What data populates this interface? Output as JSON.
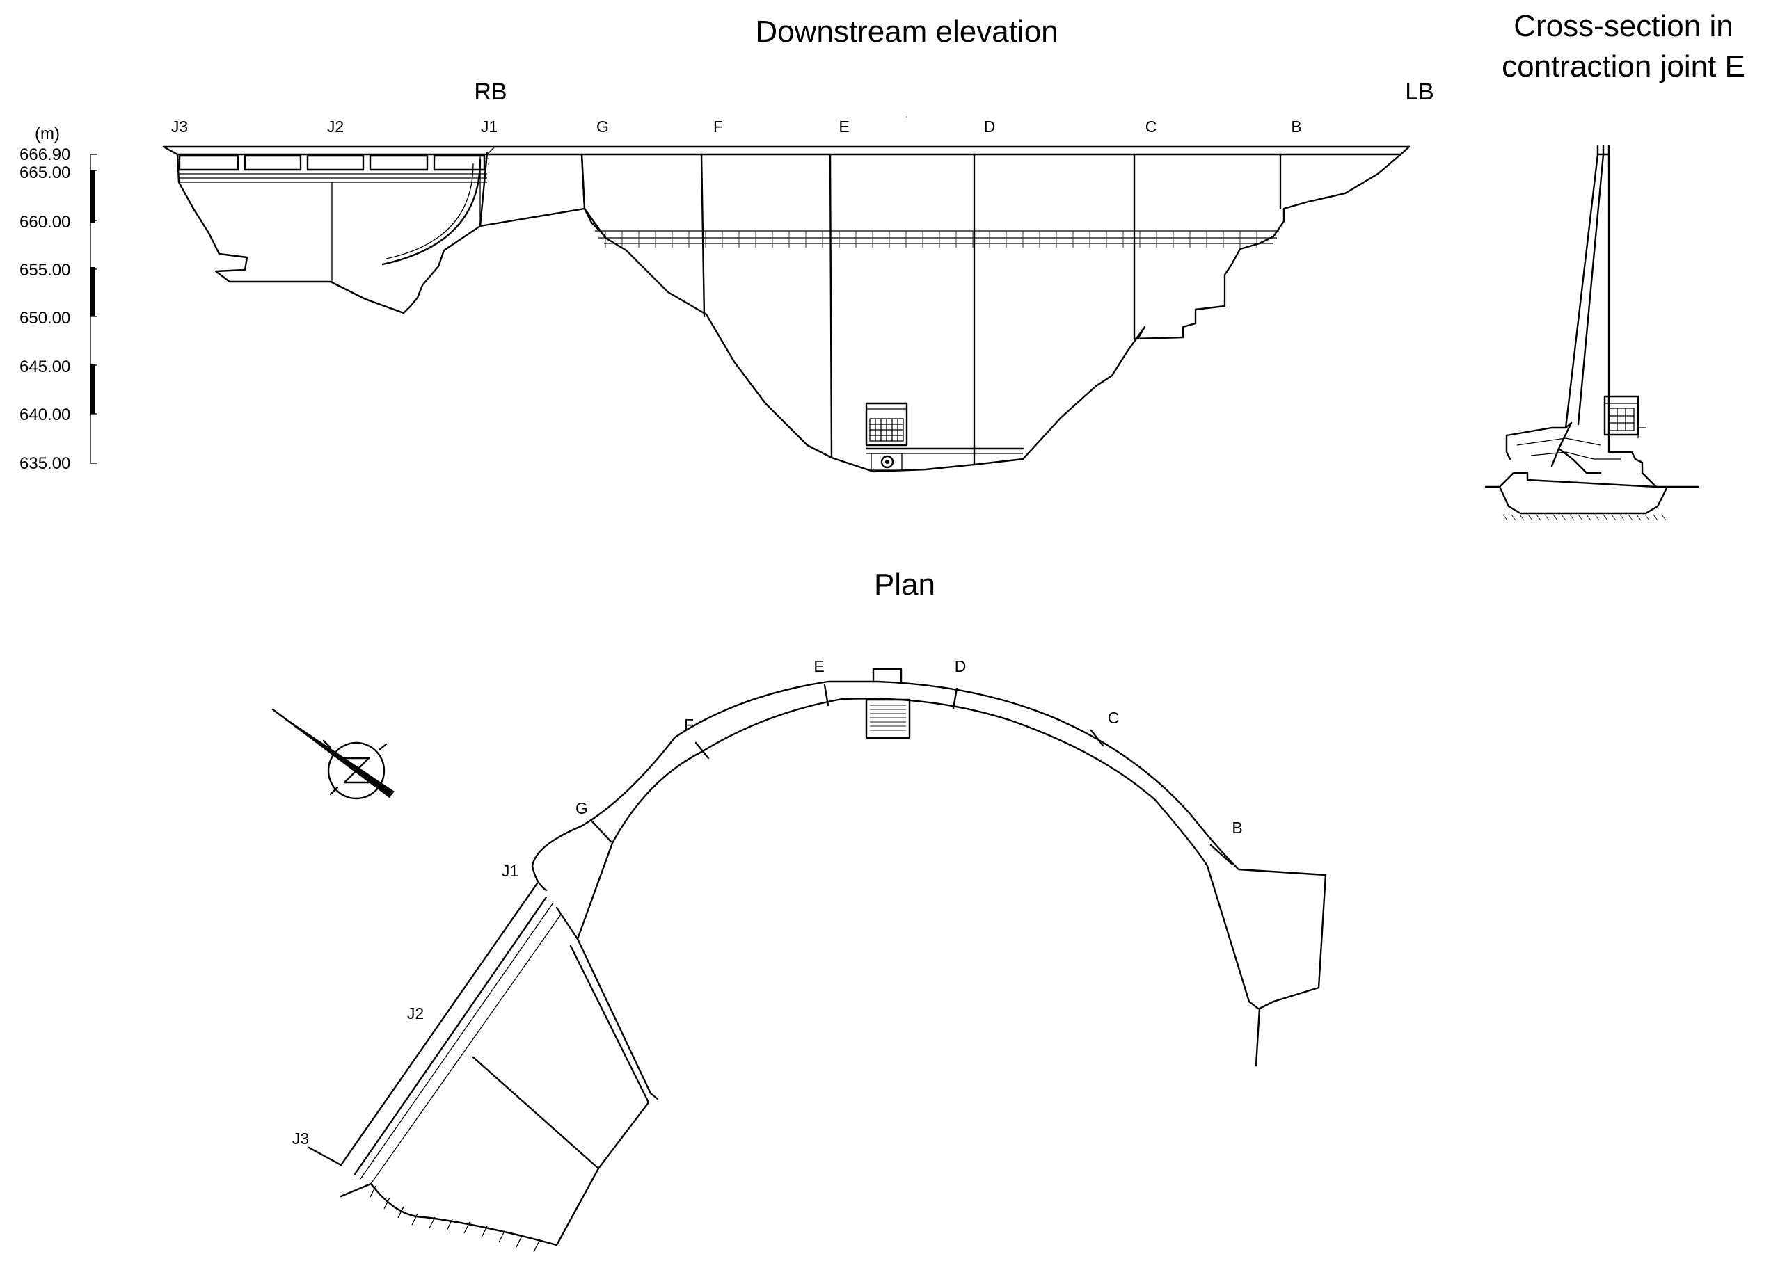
{
  "titles": {
    "elevation": "Downstream elevation",
    "plan": "Plan",
    "section_line1": "Cross-section in",
    "section_line2": "contraction joint E"
  },
  "banks": {
    "right": "RB",
    "left": "LB"
  },
  "elevation_scale": {
    "unit": "(m)",
    "ticks": [
      "666.90",
      "665.00",
      "660.00",
      "655.00",
      "650.00",
      "645.00",
      "640.00",
      "635.00"
    ]
  },
  "elevation_joints": [
    "J3",
    "J2",
    "J1",
    "G",
    "F",
    "E",
    "D",
    "C",
    "B"
  ],
  "plan_joints": [
    "E",
    "D",
    "F",
    "C",
    "G",
    "B",
    "J1",
    "J2",
    "J3"
  ]
}
